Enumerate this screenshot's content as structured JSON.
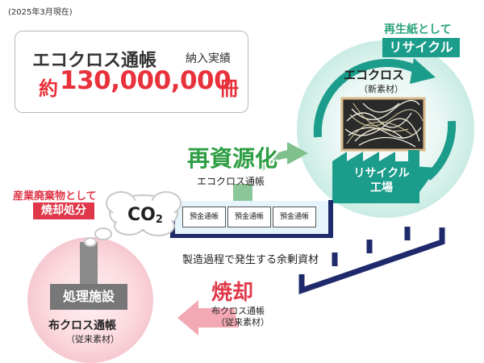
{
  "header": {
    "as_of": "(2025年3月現在)"
  },
  "stats": {
    "title": "エコクロス通帳",
    "subtitle": "納入実績",
    "prefix": "約",
    "value": "130,000,000",
    "unit": "冊"
  },
  "recycle": {
    "label": "再生紙として",
    "badge": "リサイクル",
    "material_title": "エコクロス",
    "material_sub": "（新素材）",
    "factory": "リサイクル\n工場"
  },
  "middle": {
    "resource_title": "再資源化",
    "resource_sub": "エコクロス通帳",
    "passbooks": [
      "預金通帳",
      "預金通帳",
      "預金通帳"
    ],
    "surplus_label": "製造過程で発生する余剰資材"
  },
  "incineration": {
    "label": "産業廃棄物として",
    "badge": "焼却処分",
    "co2_main": "CO",
    "co2_sub": "2",
    "facility": "処理施設",
    "material_title": "布クロス通帳",
    "material_sub": "（従来素材）",
    "burn_title": "焼却",
    "burn_sub1": "布クロス通帳",
    "burn_sub2": "（従来素材）"
  },
  "colors": {
    "green": "#2d9e43",
    "teal": "#1c9c8a",
    "red": "#e0384a",
    "navy": "#1e2a6b",
    "light_blue": "#e6f4fb"
  }
}
